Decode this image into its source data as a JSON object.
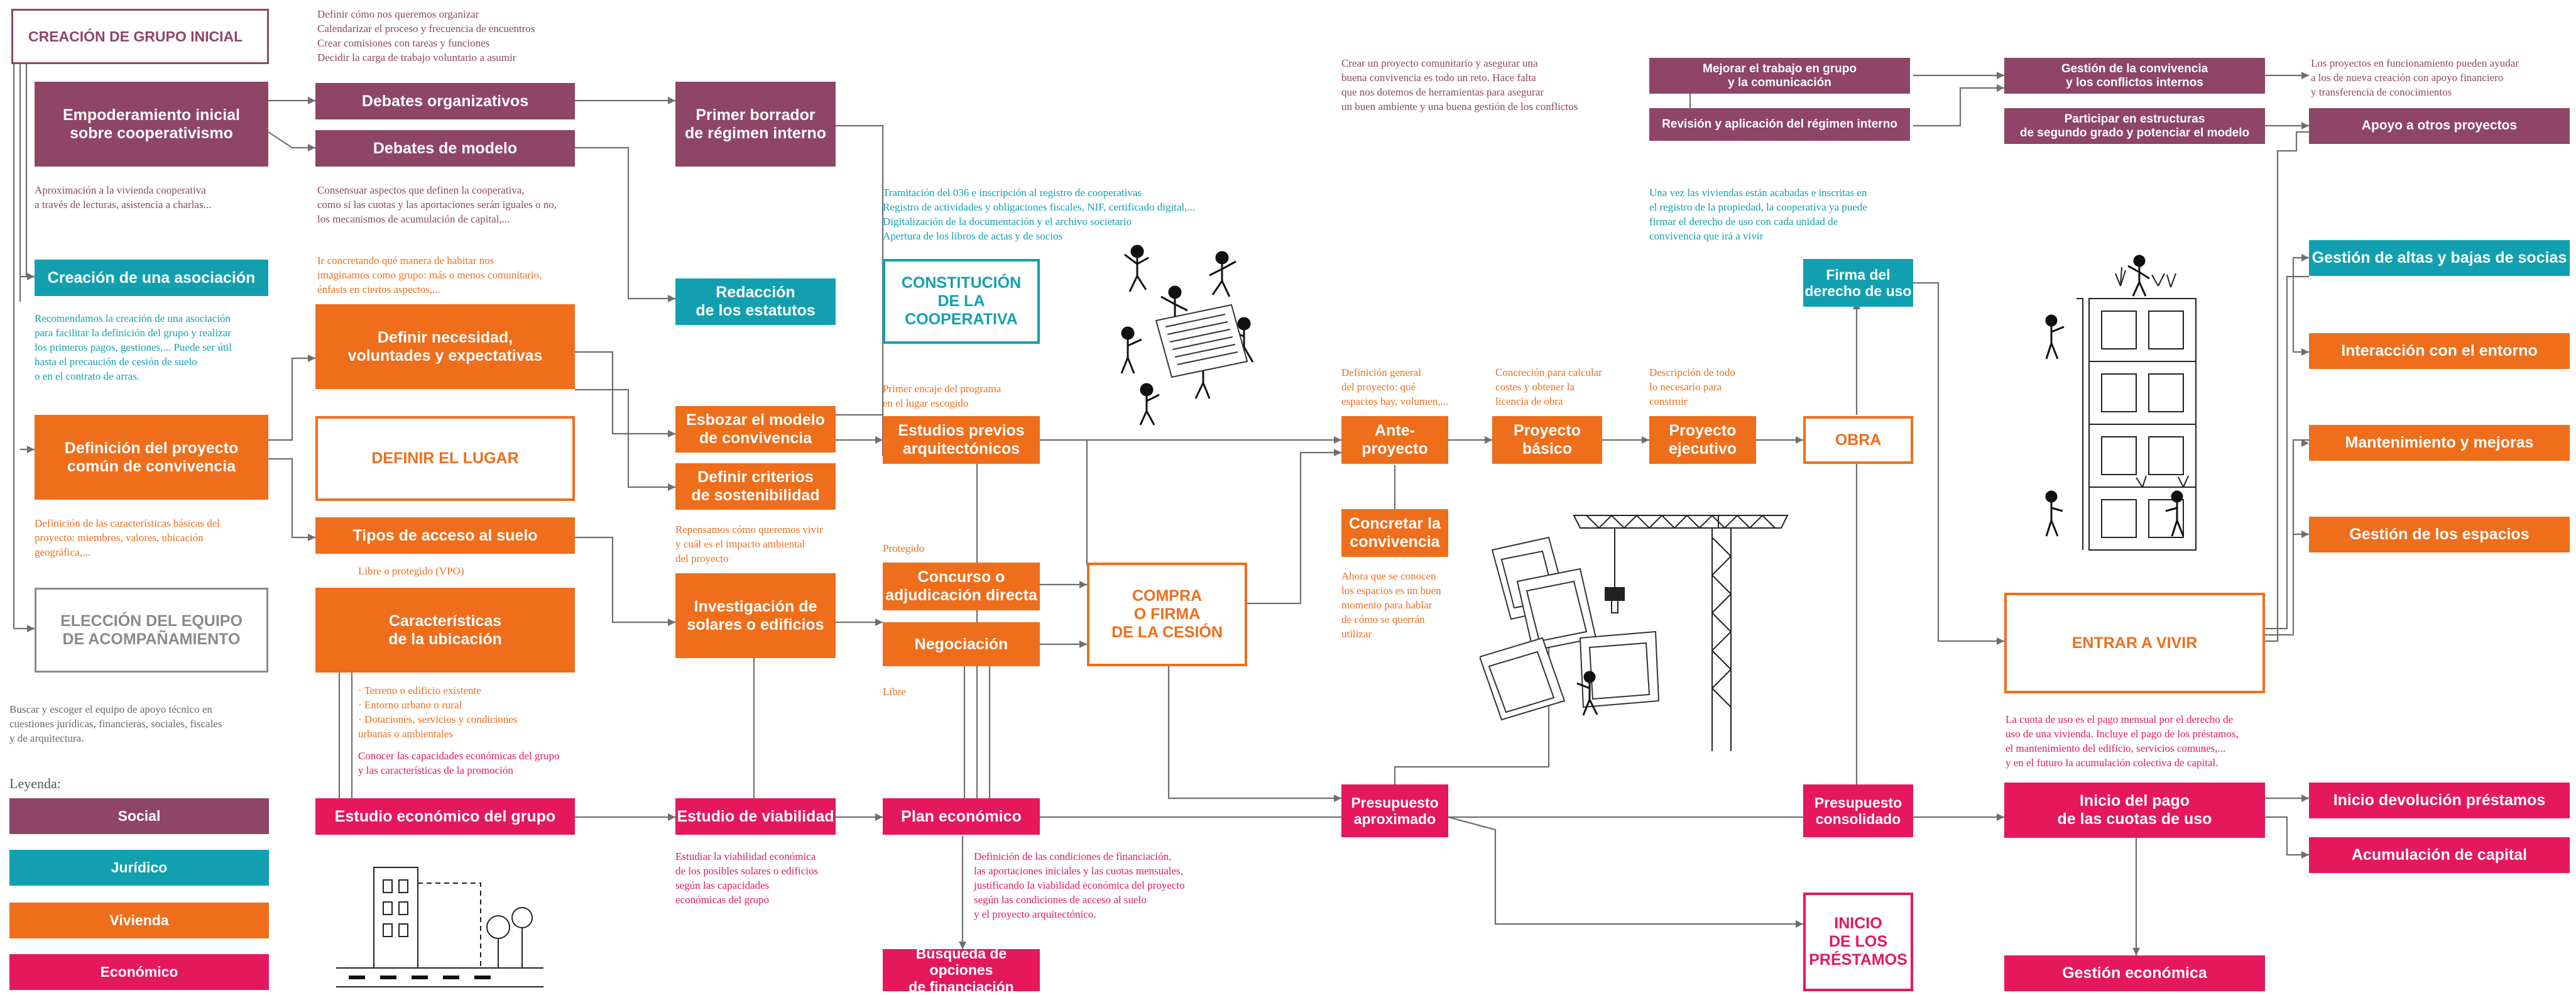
{
  "colors": {
    "social": "#8e4566",
    "juridico": "#12a0b0",
    "vivienda": "#ee6e1c",
    "economico": "#e4185b",
    "lines": "#6f6f6f"
  },
  "boxes": {
    "creacion_grupo": "CREACIÓN DE GRUPO INICIAL",
    "empoderamiento": "Empoderamiento inicial\nsobre cooperativismo",
    "creacion_asociacion": "Creación de una asociación",
    "definicion_proyecto": "Definición del proyecto\ncomún de convivencia",
    "eleccion_equipo": "ELECCIÓN DEL EQUIPO\nDE ACOMPAÑAMIENTO",
    "debates_org": "Debates organizativos",
    "debates_modelo": "Debates de modelo",
    "definir_necesidad": "Definir necesidad,\nvoluntades y expectativas",
    "definir_lugar": "DEFINIR EL LUGAR",
    "tipos_acceso": "Tipos de acceso al suelo",
    "caracteristicas": "Características\nde la ubicación",
    "estudio_economico": "Estudio económico del grupo",
    "primer_borrador": "Primer borrador\nde régimen interno",
    "redaccion": "Redacción\nde los estatutos",
    "esbozar": "Esbozar el modelo\nde convivencia",
    "criterios": "Definir criterios\nde sostenibilidad",
    "investigacion": "Investigación de\nsolares o edificios",
    "estudio_viabilidad": "Estudio de viabilidad",
    "constitucion": "CONSTITUCIÓN\nDE LA\nCOOPERATIVA",
    "estudios_previos": "Estudios previos\narquitectónicos",
    "concurso": "Concurso o\nadjudicación directa",
    "negociacion": "Negociación",
    "plan_economico": "Plan económico",
    "busqueda": "Búsqueda de opciones\nde financiación",
    "compra": "COMPRA\nO FIRMA\nDE LA CESIÓN",
    "anteproyecto": "Ante-\nproyecto",
    "concretar": "Concretar la\nconvivencia",
    "presupuesto_aprox": "Presupuesto\naproximado",
    "proyecto_basico": "Proyecto\nbásico",
    "proyecto_ejecutivo": "Proyecto\nejecutivo",
    "obra": "OBRA",
    "firma_derecho": "Firma del\nderecho de uso",
    "presupuesto_cons": "Presupuesto\nconsolidado",
    "inicio_prestamos": "INICIO\nDE LOS\nPRÉSTAMOS",
    "mejorar_trabajo": "Mejorar el trabajo en grupo\ny la comunicación",
    "revision_regimen": "Revisión y aplicación del régimen interno",
    "gestion_convivencia": "Gestión de la convivencia\ny los conflictos internos",
    "participar": "Participar en estructuras\nde segundo grado y potenciar el modelo",
    "entrar_vivir": "ENTRAR A VIVIR",
    "inicio_pago": "Inicio del pago\nde las cuotas de uso",
    "gestion_economica": "Gestión económica",
    "apoyo": "Apoyo a otros proyectos",
    "gestion_altas": "Gestión de altas y bajas de socias",
    "interaccion": "Interacción con el entorno",
    "mantenimiento": "Mantenimiento y mejoras",
    "gestion_espacios": "Gestión de los espacios",
    "devolucion": "Inicio devolución préstamos",
    "acumulacion": "Acumulación de capital"
  },
  "notes": {
    "debates_top": "Definir cómo nos queremos organizar\nCalendarizar el proceso y frecuencia de encuentros\nCrear comisiones con tareas y funciones\nDecidir la carga de trabajo voluntario a asumir",
    "aproximacion": "Aproximación a la vivienda cooperativa\na través de lecturas, asistencia a charlas...",
    "consensuar": "Consensuar aspectos que definen la cooperativa,\ncomo si las cuotas y las aportaciones serán iguales o no,\nlos mecanismos de acumulación de capital,...",
    "recomendamos": "Recomendamos la creación de una asociación\npara facilitar la definición del grupo y realizar\nlos primeros pagos, gestiones,... Puede ser útil\nhasta el precaución de cesión de suelo\no en el contrato de arras.",
    "ir_concretando": "Ir concretando qué manera de habitar nos\nimaginamos como grupo: más o menos comunitario,\nénfasis en ciertos aspectos,...",
    "definicion_caract": "Definición de las características básicas del\nproyecto: miembros, valores, ubicación\ngeográfica,...",
    "buscar_equipo": "Buscar y escoger el equipo de apoyo técnico en\ncuestiones jurídicas, financieras, sociales, fiscales\ny de arquitectura.",
    "libre_protegido": "Libre o protegido (VPO)",
    "terreno": "· Terreno o edificio existente\n· Entorno urbano o rural\n· Dotaciones, servicios y condiciones\n  urbanas o ambientales",
    "conocer": "Conocer las capacidades económicas del grupo\ny las características de la promoción",
    "tramitacion": "Tramitación del 036 e inscripción al registro de cooperativas\nRegistro de actividades y obligaciones fiscales, NIF, certificado digital,...\nDigitalización de la documentación y el archivo societario\nApertura de los libros de actas y de socios",
    "repensamos": "Repensamos cómo queremos vivir\ny cuál es el impacto ambiental\ndel proyecto",
    "primer_encaje": "Primer encaje del programa\nen el lugar escogido",
    "protegido": "Protegido",
    "libre": "Libre",
    "estudiar_viab": "Estudiar la viabilidad económica\nde los posibles solares o edificios\nsegún las capacidades\neconómicas del grupo",
    "definicion_cond": "Definición de las condiciones de financiación,\nlas aportaciones iniciales y las cuotas mensuales,\njustificando la viabilidad económica del proyecto\nsegún las condiciones de acceso al suelo\ny el proyecto arquitectónico.",
    "crear_proyecto": "Crear un proyecto comunitario y asegurar una\nbuena convivencia es todo un reto. Hace falta\nque nos dotemos de herramientas para asegurar\nun buen ambiente y una buena gestión de los conflictos",
    "definicion_general": "Definición general\ndel proyecto: qué\nespacios hay, volumen,...",
    "concrecion": "Concreción para calcular\ncostes y obtener la\nlicencia de obra",
    "descripcion": "Descripción de todo\nlo necesario para\nconstruir",
    "ahora": "Ahora que se conocen\nlos espacios es un buen\nmomento para hablar\nde cómo se querrán\nutilizar",
    "una_vez": "Una vez las viviendas están acabadas e inscritas en\nel registro de la propiedad, la cooperativa ya puede\nfirmar el derecho de uso con cada unidad de\nconvivencia que irá a vivir",
    "proyectos_func": "Los proyectos en funcionamiento pueden ayudar\na los de nueva creación con apoyo financiero\ny transferencia de conocimientos",
    "cuota_uso": "La cuota de uso es el pago mensual por el derecho de\nuso de una vivienda. Incluye el pago de los préstamos,\nel mantenimiento del edificio, servicios comunes,...\ny en el futuro la acumulación colectiva de capital."
  },
  "legend": {
    "title": "Leyenda:",
    "social": "Social",
    "juridico": "Jurídico",
    "vivienda": "Vivienda",
    "economico": "Económico"
  }
}
